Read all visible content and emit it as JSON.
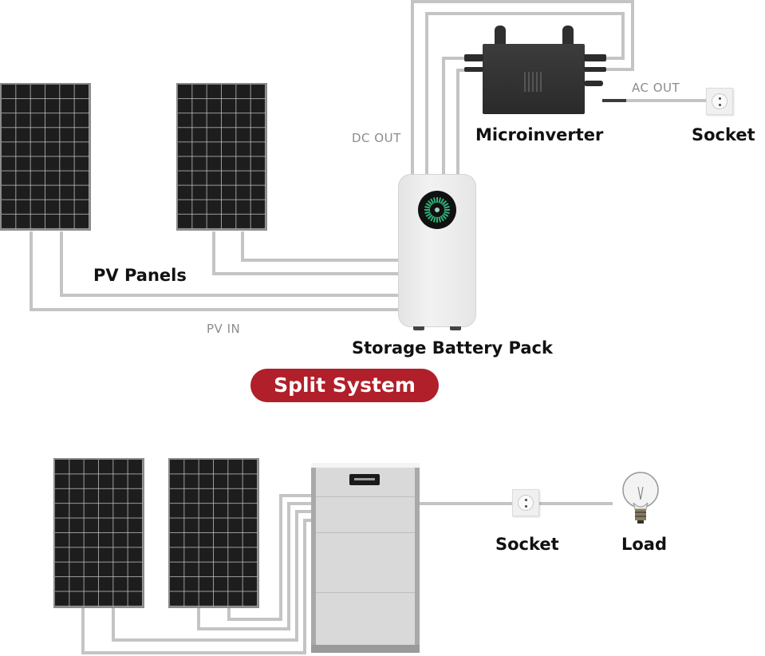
{
  "split_system": {
    "components": {
      "pv_panels": "PV Panels",
      "storage_battery_pack": "Storage Battery Pack",
      "microinverter": "Microinverter",
      "socket": "Socket"
    },
    "connection_labels": {
      "pv_in": "PV IN",
      "dc_out": "DC OUT",
      "ac_out": "AC OUT"
    }
  },
  "section_badge": {
    "label": "Split System",
    "color": "#b01f2a"
  },
  "all_in_one_system": {
    "components": {
      "socket": "Socket",
      "load": "Load"
    }
  },
  "colors": {
    "wire": "#c4c4c4",
    "panel": "#1d1d1d",
    "battery_display_accent": "#2db37a"
  }
}
